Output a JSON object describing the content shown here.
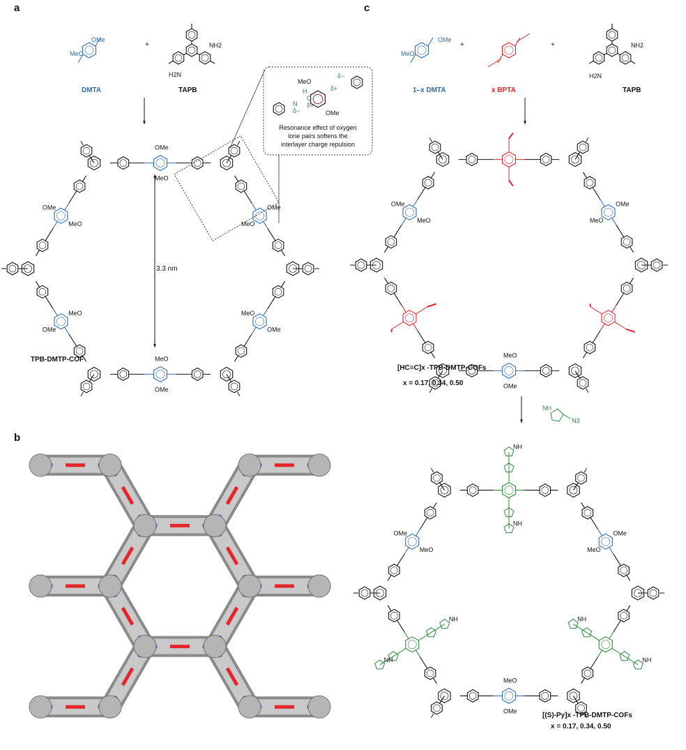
{
  "panels": {
    "a": "a",
    "b": "b",
    "c": "c"
  },
  "panel_a": {
    "plus": "+",
    "reactant1": "DMTA",
    "reactant2": "TAPB",
    "distance": "3.3 nm",
    "product": "TPB-DMTP-COF",
    "callout": [
      "Resonance effect of oxygen",
      "lone pairs softens the",
      "interlayer charge repulsion"
    ],
    "callout_atoms": {
      "meo": "MeO",
      "ome": "OMe",
      "h": "H",
      "c": "C",
      "n": "N",
      "dplus": "δ+",
      "dminus": "δ−"
    }
  },
  "molecule_labels": {
    "meo": "MeO",
    "ome": "OMe",
    "nh2": "NH2",
    "h2n": "H2N",
    "nh": "NH",
    "n3": "N3",
    "n": "N"
  },
  "panel_c": {
    "plus": "+",
    "reactant1": "1–x DMTA",
    "reactant2": "x BPTA",
    "reactant3": "TAPB",
    "product1_line1": "[HC≡C]x -TPB-DMTP-COFs",
    "product1_line2": "x = 0.17, 0.34, 0.50",
    "product2_line1": "[(S)-Py]x -TPB-DMTP-COFs",
    "product2_line2": "x = 0.17, 0.34, 0.50"
  },
  "colors": {
    "dmta": "#2f6db5",
    "bpta": "#e3262b",
    "py": "#2a8a3a",
    "framework": "#111111",
    "carbon_atom": "#a8a8a8",
    "oxygen_atom": "#e3262b",
    "nitrogen_atom": "#3a4aa8"
  }
}
